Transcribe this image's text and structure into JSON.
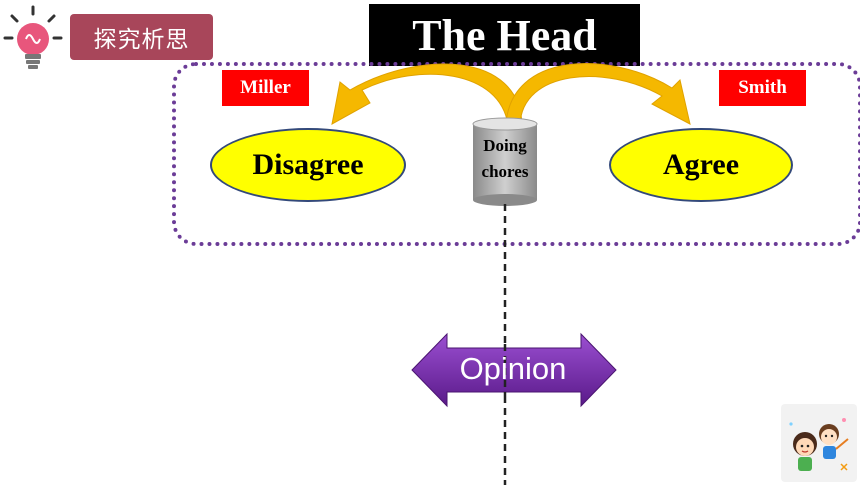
{
  "section_label": "探究析思",
  "title": "The Head",
  "people": {
    "left": "Miller",
    "right": "Smith"
  },
  "stances": {
    "left": "Disagree",
    "right": "Agree"
  },
  "topic": {
    "line1": "Doing",
    "line2": "chores"
  },
  "axis_label": "Opinion",
  "colors": {
    "section_label_bg": "#a8465a",
    "title_bg": "#000000",
    "tag_bg": "#ff0000",
    "ellipse_fill": "#ffff00",
    "curved_arrow": "#f5b800",
    "frame": "#6b3c97",
    "opinion_arrow": "#7a2aa8"
  },
  "icons": [
    "light-bulb-icon",
    "kids-illustration"
  ]
}
